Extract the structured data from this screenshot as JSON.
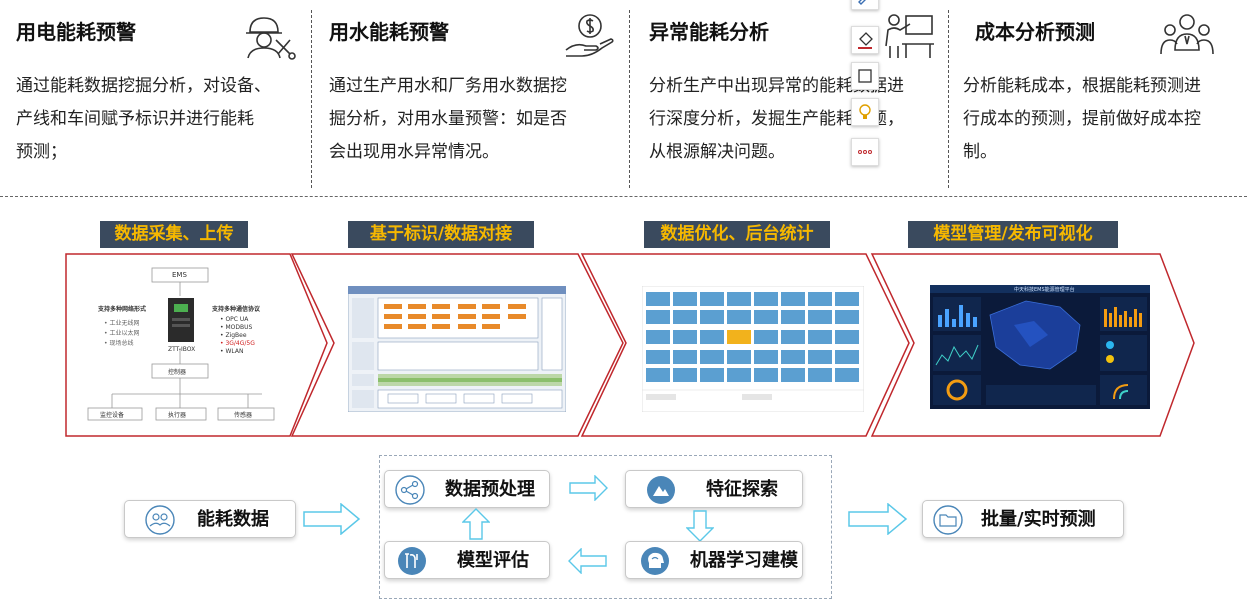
{
  "features": [
    {
      "title": "用电能耗预警",
      "desc": [
        "通过能耗数据挖掘分析，对设备、",
        "产线和车间赋予标识并进行能耗",
        "预测；"
      ],
      "icon": "worker-tools-icon"
    },
    {
      "title": "用水能耗预警",
      "desc": [
        "通过生产用水和厂务用水数据挖",
        "掘分析，对用水量预警：如是否",
        "会出现用水异常情况。"
      ],
      "icon": "coin-hand-icon"
    },
    {
      "title": "异常能耗分析",
      "desc": [
        "分析生产中出现异常的能耗数据进",
        "行深度分析，发掘生产能耗问题，",
        "从根源解决问题。"
      ],
      "icon": "presenter-board-icon"
    },
    {
      "title": "成本分析预测",
      "desc": [
        "分析能耗成本，根据能耗预测进",
        "行成本的预测，提前做好成本控",
        "制。"
      ],
      "icon": "team-icon"
    }
  ],
  "stages": [
    {
      "label": "数据采集、上传"
    },
    {
      "label": "基于标识/数据对接"
    },
    {
      "label": "数据优化、后台统计"
    },
    {
      "label": "模型管理/发布可视化"
    }
  ],
  "stage1": {
    "ems": "EMS",
    "network_title": "支持多种网络形式",
    "network_items": [
      "• 工业无线网",
      "• 工业以太网",
      "• 现场总线"
    ],
    "device": "ZTT-IBOX",
    "protocol_title": "支持多种通信协议",
    "protocols": [
      "• OPC UA",
      "• MODBUS",
      "• ZigBee",
      "• 3G/4G/5G",
      "• WLAN"
    ],
    "controller": "控制器",
    "bottom": [
      "监控设备",
      "执行器",
      "传感器"
    ]
  },
  "stage4": {
    "title": "中天科技EMS能源管理平台"
  },
  "flow": {
    "source": "能耗数据",
    "preprocess": "数据预处理",
    "feature": "特征探索",
    "ml": "机器学习建模",
    "eval": "模型评估",
    "output": "批量/实时预测"
  },
  "colors": {
    "stage_label_bg": "#3a4a5e",
    "stage_label_text": "#f6b800",
    "stage_border": "#c0282d",
    "flow_arrow": "#5bc8e8",
    "icon_blue": "#4a86b8"
  }
}
